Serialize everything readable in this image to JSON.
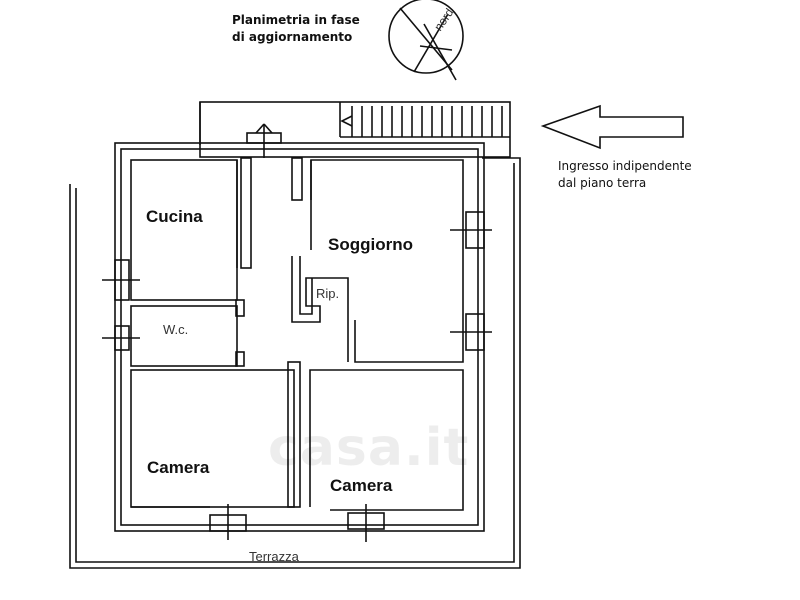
{
  "header": {
    "note_line1": "Planimetria in fase",
    "note_line2": "di aggiornamento",
    "compass_label": "nord"
  },
  "entrance": {
    "line1": "Ingresso indipendente",
    "line2": "dal piano terra"
  },
  "rooms": {
    "kitchen": "Cucina",
    "living": "Soggiorno",
    "storage": "Rip.",
    "wc": "W.c.",
    "bedroom_left": "Camera",
    "bedroom_right": "Camera",
    "terrace": "Terrazza"
  },
  "watermark": "casa.it",
  "colors": {
    "line": "#111111",
    "watermark": "#000000"
  }
}
